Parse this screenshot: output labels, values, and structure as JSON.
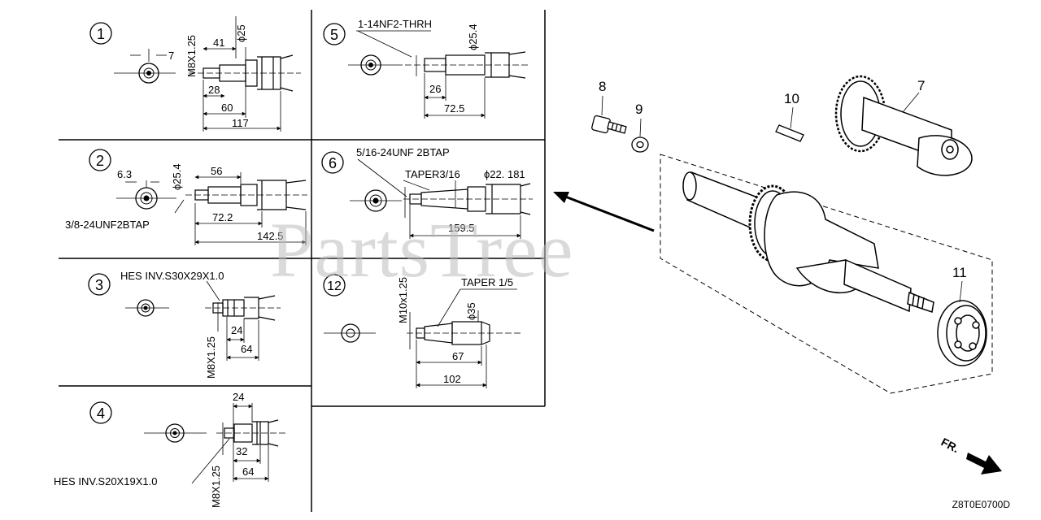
{
  "watermark": "PartsTree",
  "figure_code": "Z8T0E0700D",
  "front_label": "FR.",
  "callouts": {
    "c1": "1",
    "c2": "2",
    "c3": "3",
    "c4": "4",
    "c5": "5",
    "c6": "6",
    "c12": "12",
    "p7": "7",
    "p8": "8",
    "p9": "9",
    "p10": "10",
    "p11": "11"
  },
  "variant1": {
    "thread": "M8X1.25",
    "d41": "41",
    "dia": "ϕ25",
    "d7": "7",
    "d28": "28",
    "d60": "60",
    "d117": "117"
  },
  "variant2": {
    "d63": "6.3",
    "dia": "ϕ25.4",
    "d56": "56",
    "d722": "72.2",
    "d1425": "142.5",
    "tap": "3/8-24UNF2BTAP"
  },
  "variant3": {
    "spline": "HES INV.S30X29X1.0",
    "thread": "M8X1.25",
    "d24": "24",
    "d64": "64"
  },
  "variant4": {
    "d24": "24",
    "d32": "32",
    "d64": "64",
    "spline": "HES INV.S20X19X1.0",
    "thread": "M8X1.25"
  },
  "variant5": {
    "thread": "1-14NF2-THRH",
    "dia": "ϕ25.4",
    "d26": "26",
    "d725": "72.5"
  },
  "variant6": {
    "tap": "5/16-24UNF 2BTAP",
    "taper": "TAPER3/16",
    "dia": "ϕ22. 181",
    "d1595": "159.5"
  },
  "variant12": {
    "taper": "TAPER 1/5",
    "thread": "M10x1.25",
    "dia": "ϕ35",
    "d67": "67",
    "d102": "102"
  }
}
